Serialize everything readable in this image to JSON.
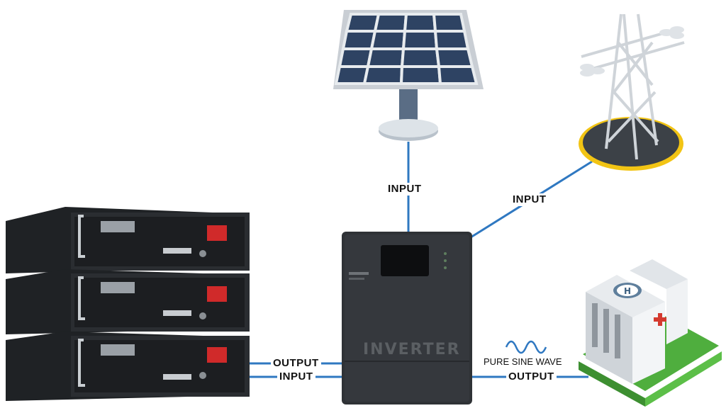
{
  "labels": {
    "input_solar": "INPUT",
    "input_grid": "INPUT",
    "battery_output": "OUTPUT",
    "battery_input": "INPUT",
    "pure_sine_wave": "PURE SINE WAVE",
    "load_output": "OUTPUT"
  },
  "inverter": {
    "wordmark": "INVERTER"
  },
  "colors": {
    "wire": "#2f78c1",
    "panel_cell": "#2e4363",
    "panel_frame": "#c9ced4",
    "inverter_body": "#2f3236",
    "building_base": "#6fcf5a"
  }
}
